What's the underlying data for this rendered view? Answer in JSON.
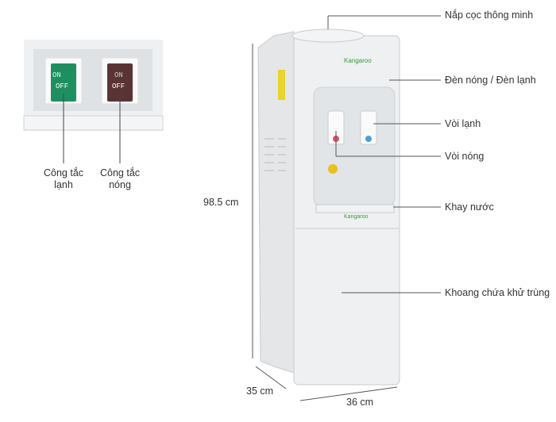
{
  "switch_panel": {
    "cold_switch": {
      "on": "ON",
      "off": "OFF",
      "label_line1": "Công tắc",
      "label_line2": "lạnh",
      "color": "#1f8f62"
    },
    "hot_switch": {
      "on": "ON",
      "off": "OFF",
      "label_line1": "Công tắc",
      "label_line2": "nóng",
      "color": "#5a3434"
    }
  },
  "dispenser": {
    "brand": "Kangaroo"
  },
  "dimensions": {
    "height": "98.5 cm",
    "depth": "35 cm",
    "width": "36 cm"
  },
  "callouts": [
    {
      "label": "Nắp cọc thông minh"
    },
    {
      "label": "Đèn nóng / Đèn lạnh"
    },
    {
      "label": "Vòi lạnh"
    },
    {
      "label": "Vòi nóng"
    },
    {
      "label": "Khay nước"
    },
    {
      "label": "Khoang chứa khử trùng"
    }
  ]
}
